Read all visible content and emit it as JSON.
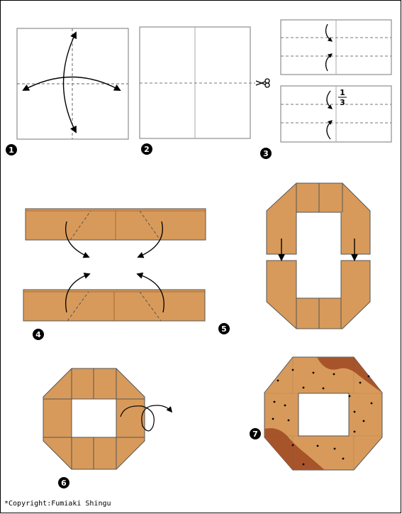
{
  "steps": [
    "1",
    "2",
    "3",
    "4",
    "5",
    "6",
    "7"
  ],
  "fraction": {
    "numerator": "1",
    "denominator": "3"
  },
  "copyright": "*Copyright:Fumiaki Shingu",
  "colors": {
    "paper": "#d89a5a",
    "paper_outline": "#555555",
    "crease_line": "#a05a2a",
    "icing": "#a8542a",
    "sheet_fold": "#7a7a7a",
    "arrow": "#000000"
  },
  "icons": {
    "scissors": "scissors-icon"
  }
}
